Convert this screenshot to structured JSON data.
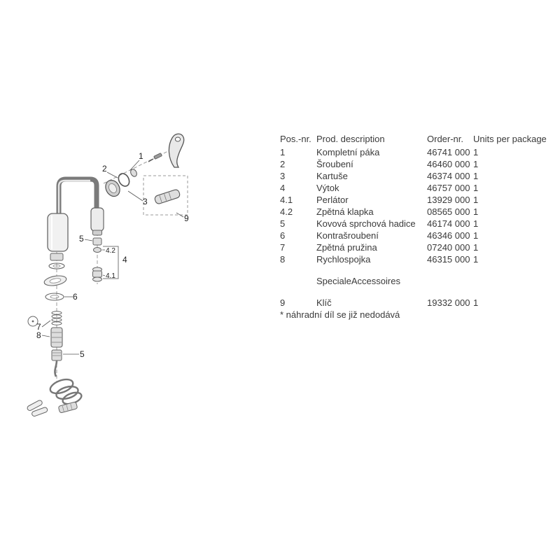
{
  "table": {
    "headers": [
      "Pos.-nr.",
      "Prod. description",
      "Order-nr.",
      "Units per package"
    ],
    "rows": [
      {
        "pos": "1",
        "desc": "Kompletní páka",
        "order": "46741 000",
        "units": "1"
      },
      {
        "pos": "2",
        "desc": "Šroubení",
        "order": "46460 000",
        "units": "1"
      },
      {
        "pos": "3",
        "desc": "Kartuše",
        "order": "46374 000",
        "units": "1"
      },
      {
        "pos": "4",
        "desc": "Výtok",
        "order": "46757 000",
        "units": "1"
      },
      {
        "pos": "4.1",
        "desc": "Perlátor",
        "order": "13929 000",
        "units": "1"
      },
      {
        "pos": "4.2",
        "desc": "Zpětná klapka",
        "order": "08565 000",
        "units": "1"
      },
      {
        "pos": "5",
        "desc": "Kovová sprchová hadice",
        "order": "46174 000",
        "units": "1"
      },
      {
        "pos": "6",
        "desc": "Kontrašroubení",
        "order": "46346 000",
        "units": "1"
      },
      {
        "pos": "7",
        "desc": "Zpětná pružina",
        "order": "07240 000",
        "units": "1"
      },
      {
        "pos": "8",
        "desc": "Rychlospojka",
        "order": "46315 000",
        "units": "1"
      }
    ],
    "section_label": "SpecialeAccessoires",
    "accessory_rows": [
      {
        "pos": "9",
        "desc": "Klíč",
        "order": "19332 000",
        "units": "1"
      }
    ],
    "footnote": "* náhradní díl se již nedodává"
  },
  "diagram": {
    "callouts": {
      "c1": "1",
      "c2": "2",
      "c3": "3",
      "c4": "4",
      "c41": "4.1",
      "c42": "4.2",
      "c5a": "5",
      "c5b": "5",
      "c6": "6",
      "c7": "7",
      "c8": "8",
      "c9": "9"
    }
  }
}
